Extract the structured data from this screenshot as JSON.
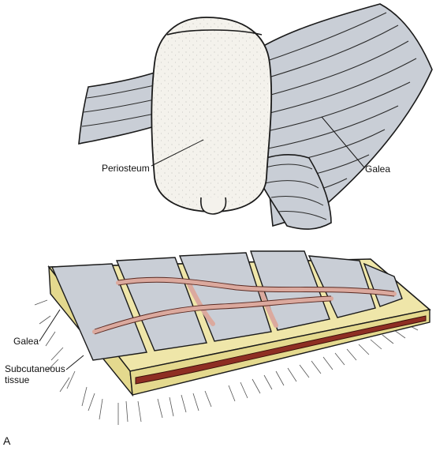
{
  "labels": {
    "periosteum": "Periosteum",
    "galea_top": "Galea",
    "galea_bottom": "Galea",
    "subcutaneous_line1": "Subcutaneous",
    "subcutaneous_line2": "tissue",
    "panel": "A"
  },
  "colors": {
    "galea_fill": "#c9ced6",
    "periosteum_fill": "#f4f2ec",
    "subcutaneous_fill": "#efe6a9",
    "vessel_fill": "#dba99e",
    "deep_vessel": "#8e2e23",
    "ink": "#1a1a1a"
  }
}
